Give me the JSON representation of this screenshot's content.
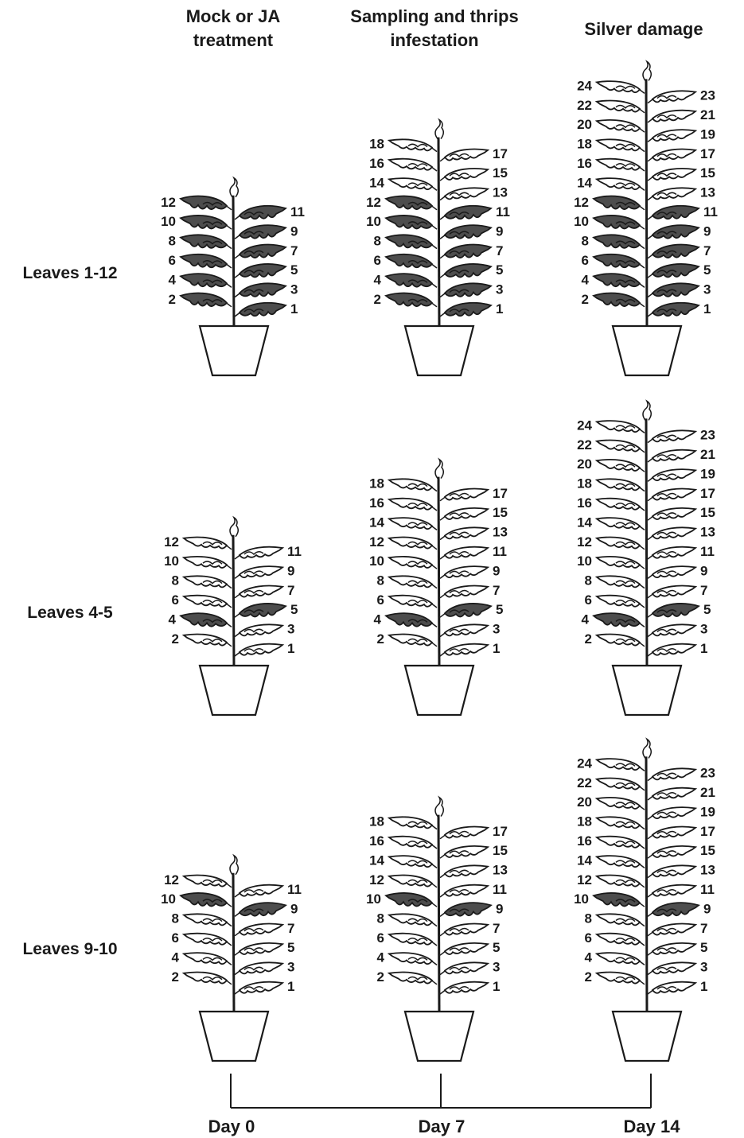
{
  "headers": [
    [
      "Mock or JA",
      "treatment"
    ],
    [
      "Sampling and thrips",
      "infestation"
    ],
    [
      "Silver damage"
    ]
  ],
  "rows": [
    {
      "label": "Leaves 1-12",
      "plants": [
        {
          "leaves": 12,
          "highlight": [
            1,
            2,
            3,
            4,
            5,
            6,
            7,
            8,
            9,
            10,
            11,
            12
          ]
        },
        {
          "leaves": 18,
          "highlight": [
            1,
            2,
            3,
            4,
            5,
            6,
            7,
            8,
            9,
            10,
            11,
            12
          ]
        },
        {
          "leaves": 24,
          "highlight": [
            1,
            2,
            3,
            4,
            5,
            6,
            7,
            8,
            9,
            10,
            11,
            12
          ]
        }
      ]
    },
    {
      "label": "Leaves 4-5",
      "plants": [
        {
          "leaves": 12,
          "highlight": [
            4,
            5
          ]
        },
        {
          "leaves": 18,
          "highlight": [
            4,
            5
          ]
        },
        {
          "leaves": 24,
          "highlight": [
            4,
            5
          ]
        }
      ]
    },
    {
      "label": "Leaves 9-10",
      "plants": [
        {
          "leaves": 12,
          "highlight": [
            9,
            10
          ]
        },
        {
          "leaves": 18,
          "highlight": [
            9,
            10
          ]
        },
        {
          "leaves": 24,
          "highlight": [
            9,
            10
          ]
        }
      ]
    }
  ],
  "timeline": [
    "Day 0",
    "Day 7",
    "Day 14"
  ],
  "colors": {
    "highlight_leaf": "#4d4d4d",
    "plain_leaf": "#ffffff",
    "ink": "#1a1a1a"
  }
}
